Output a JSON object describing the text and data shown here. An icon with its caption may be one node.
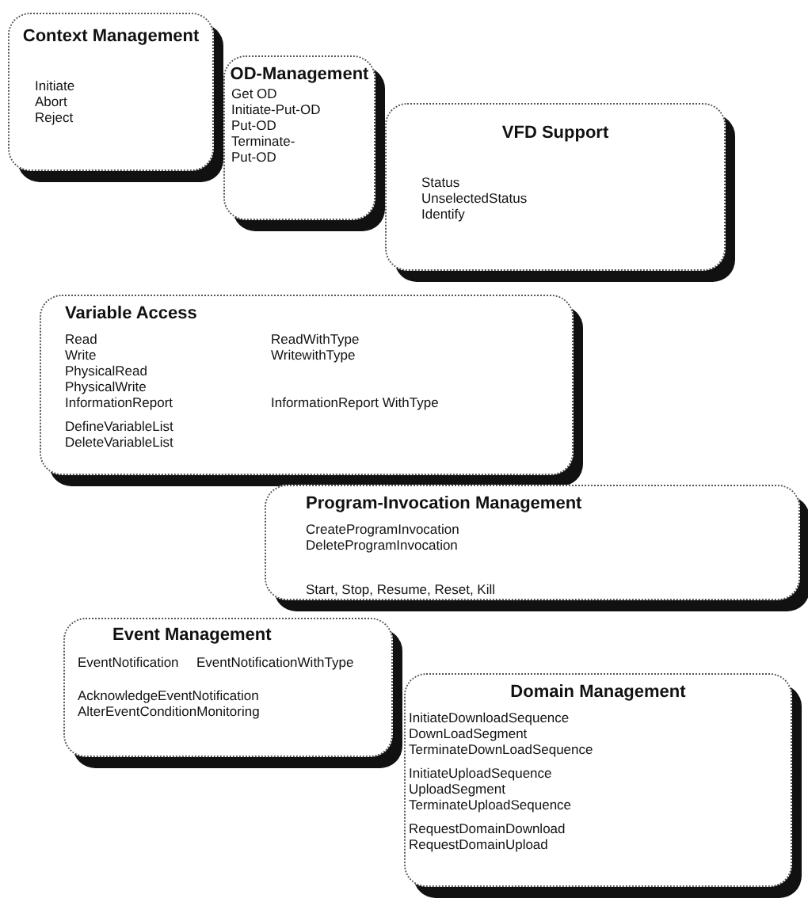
{
  "diagram": {
    "nodes": [
      {
        "text": [
          "Context Management",
          "Initiate",
          "Abort",
          "Reject"
        ]
      },
      {
        "text": [
          "OD-Management",
          "Get OD",
          "Initiate-Put-OD",
          "Put-OD",
          "Terminate- Put-OD"
        ]
      },
      {
        "text": [
          "VFD Support",
          "Status",
          "UnselectedStatus",
          "Identify"
        ]
      },
      {
        "text": [
          "Variable Access",
          "Read",
          "ReadWithType",
          "Write",
          "WritewithType",
          "PhysicalRead",
          "PhysicalWrite",
          "InformationReport",
          "InformationReport WithType",
          "DefineVariableList",
          "DeleteVariableList"
        ]
      },
      {
        "text": [
          "Program-Invocation Management",
          "CreateProgramInvocation",
          "DeleteProgramInvocation",
          "Start, Stop, Resume, Reset, Kill"
        ]
      },
      {
        "text": [
          "Event Management",
          "EventNotification",
          "EventNotificationWithType",
          "AcknowledgeEventNotification",
          "AlterEventConditionMonitoring"
        ]
      },
      {
        "text": [
          "Domain Management",
          "InitiateDownloadSequence",
          "DownLoadSegment",
          "TerminateDownLoadSequence",
          "InitiateUploadSequence",
          "UploadSegment",
          "TerminateUploadSequence",
          "RequestDomainDownload",
          "RequestDomainUpload"
        ]
      }
    ]
  }
}
